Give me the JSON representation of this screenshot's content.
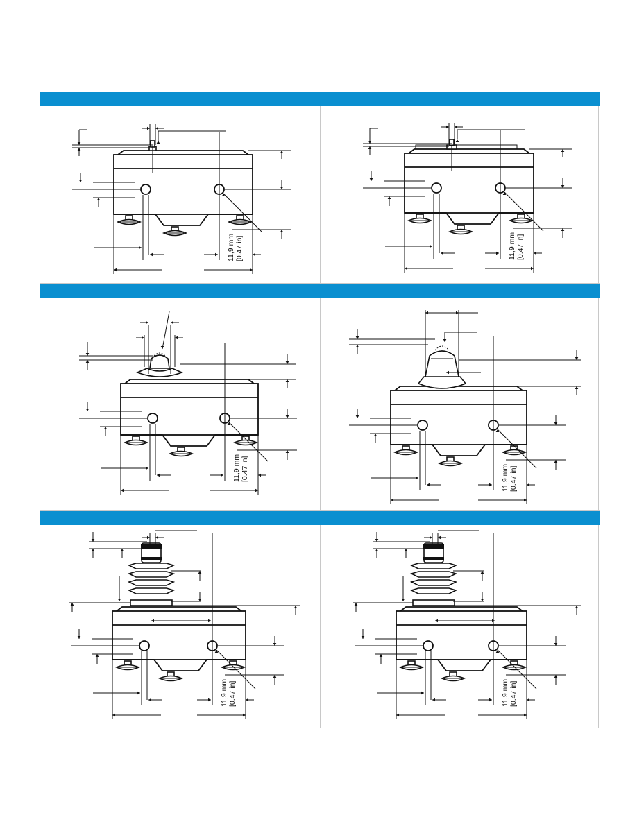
{
  "colors": {
    "header_bar": "#0a8fd0",
    "border": "#c8c8c8",
    "ink": "#111111"
  },
  "panels": [
    {
      "id": "p1",
      "actuator": "pin-plunger",
      "mount_dim": {
        "line1": "11,9 mm",
        "line2": "[0.47 in]"
      }
    },
    {
      "id": "p2",
      "actuator": "pin-plunger-wide",
      "mount_dim": {
        "line1": "11,9 mm",
        "line2": "[0.47 in]"
      }
    },
    {
      "id": "p3",
      "actuator": "spring-plunger",
      "mount_dim": {
        "line1": "11,9 mm",
        "line2": "[0.47 in]"
      }
    },
    {
      "id": "p4",
      "actuator": "overtravel-plunger",
      "mount_dim": {
        "line1": "11,9 mm",
        "line2": "[0.47 in]"
      }
    },
    {
      "id": "p5",
      "actuator": "panel-mount-plunger",
      "mount_dim": {
        "line1": "11,9 mm",
        "line2": "[0.47 in]"
      }
    },
    {
      "id": "p6",
      "actuator": "panel-mount-plunger",
      "mount_dim": {
        "line1": "11,9 mm",
        "line2": "[0.47 in]"
      }
    }
  ]
}
